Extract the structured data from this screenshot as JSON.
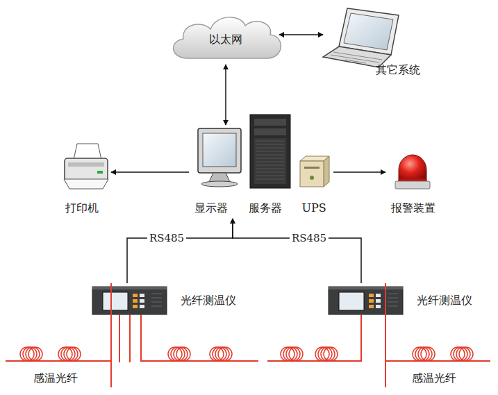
{
  "diagram": {
    "nodes": [
      {
        "text": [
          "以太网"
        ]
      },
      {
        "text": [
          "其它系统"
        ]
      },
      {
        "text": [
          "打印机"
        ]
      },
      {
        "text": [
          "显示器"
        ]
      },
      {
        "text": [
          "服务器"
        ]
      },
      {
        "text": [
          "UPS"
        ]
      },
      {
        "text": [
          "报警装置"
        ]
      },
      {
        "text": [
          "光纤测温仪"
        ]
      },
      {
        "text": [
          "光纤测温仪"
        ]
      },
      {
        "text": [
          "感温光纤"
        ]
      },
      {
        "text": [
          "感温光纤"
        ]
      }
    ],
    "edges": [
      {
        "from": 0,
        "to": 1,
        "arrow": "both"
      },
      {
        "from": 0,
        "to": 3,
        "arrow": "both"
      },
      {
        "from": 3,
        "to": 2,
        "arrow": "to"
      },
      {
        "from": 5,
        "to": 6,
        "arrow": "to"
      },
      {
        "from": 7,
        "to": 3,
        "label": "RS485",
        "arrow": "to"
      },
      {
        "from": 8,
        "to": 3,
        "label": "RS485",
        "arrow": "to"
      },
      {
        "from": 9,
        "to": 7,
        "arrow": "none"
      },
      {
        "from": 10,
        "to": 8,
        "arrow": "none"
      }
    ]
  }
}
